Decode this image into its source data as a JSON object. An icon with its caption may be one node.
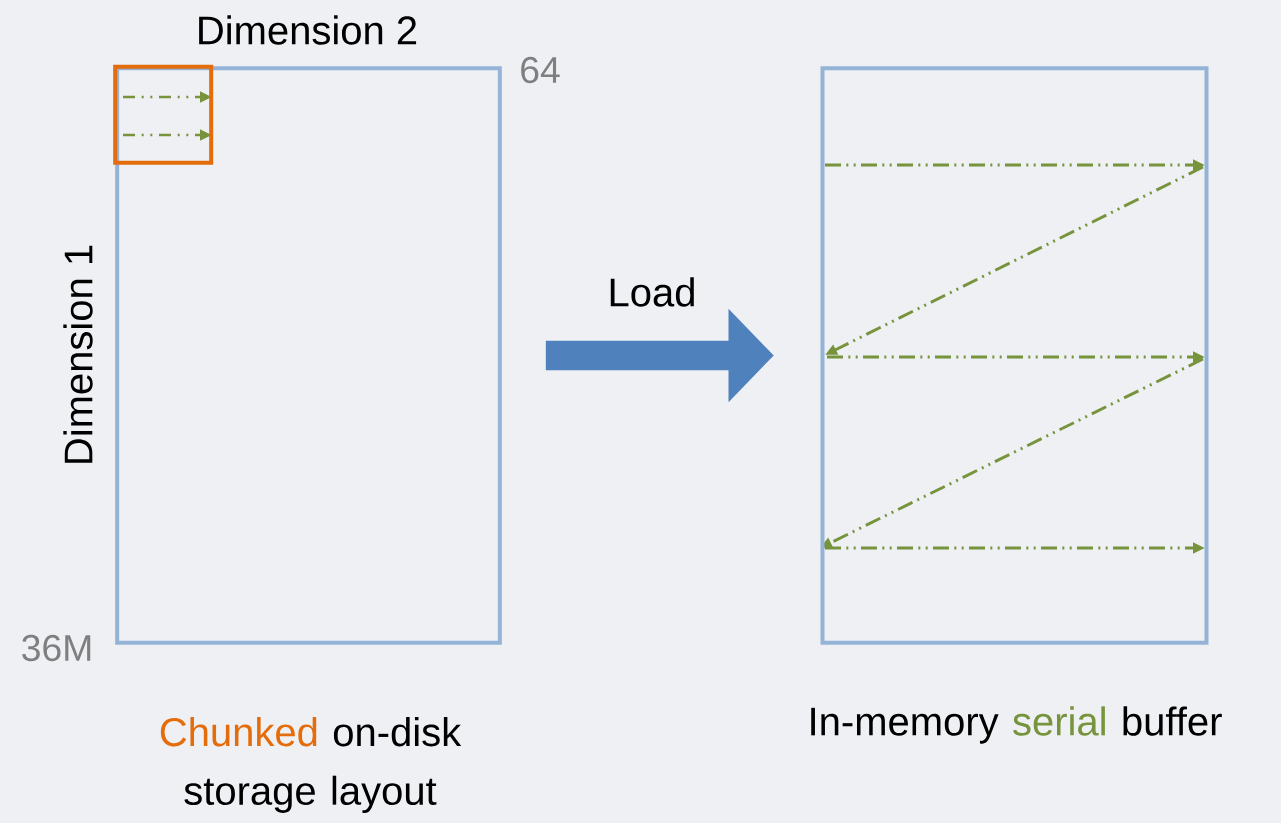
{
  "diagram": {
    "nodes": [
      {
        "text": [],
        "shape": "box",
        "beside": [
          "Chunked",
          "on-disk storage layout"
        ]
      },
      {
        "text": [],
        "shape": "box",
        "in": 0
      },
      {
        "text": [],
        "shape": "box",
        "beside": [
          "In-memory",
          "serial",
          "buffer"
        ]
      }
    ],
    "edges": [
      {
        "from": 0,
        "to": 2,
        "arrow": "to",
        "label": "Load",
        "color": "#4f81bd"
      }
    ],
    "labels": [
      "Dimension 2",
      "64",
      "Dimension 1",
      "36M"
    ]
  }
}
